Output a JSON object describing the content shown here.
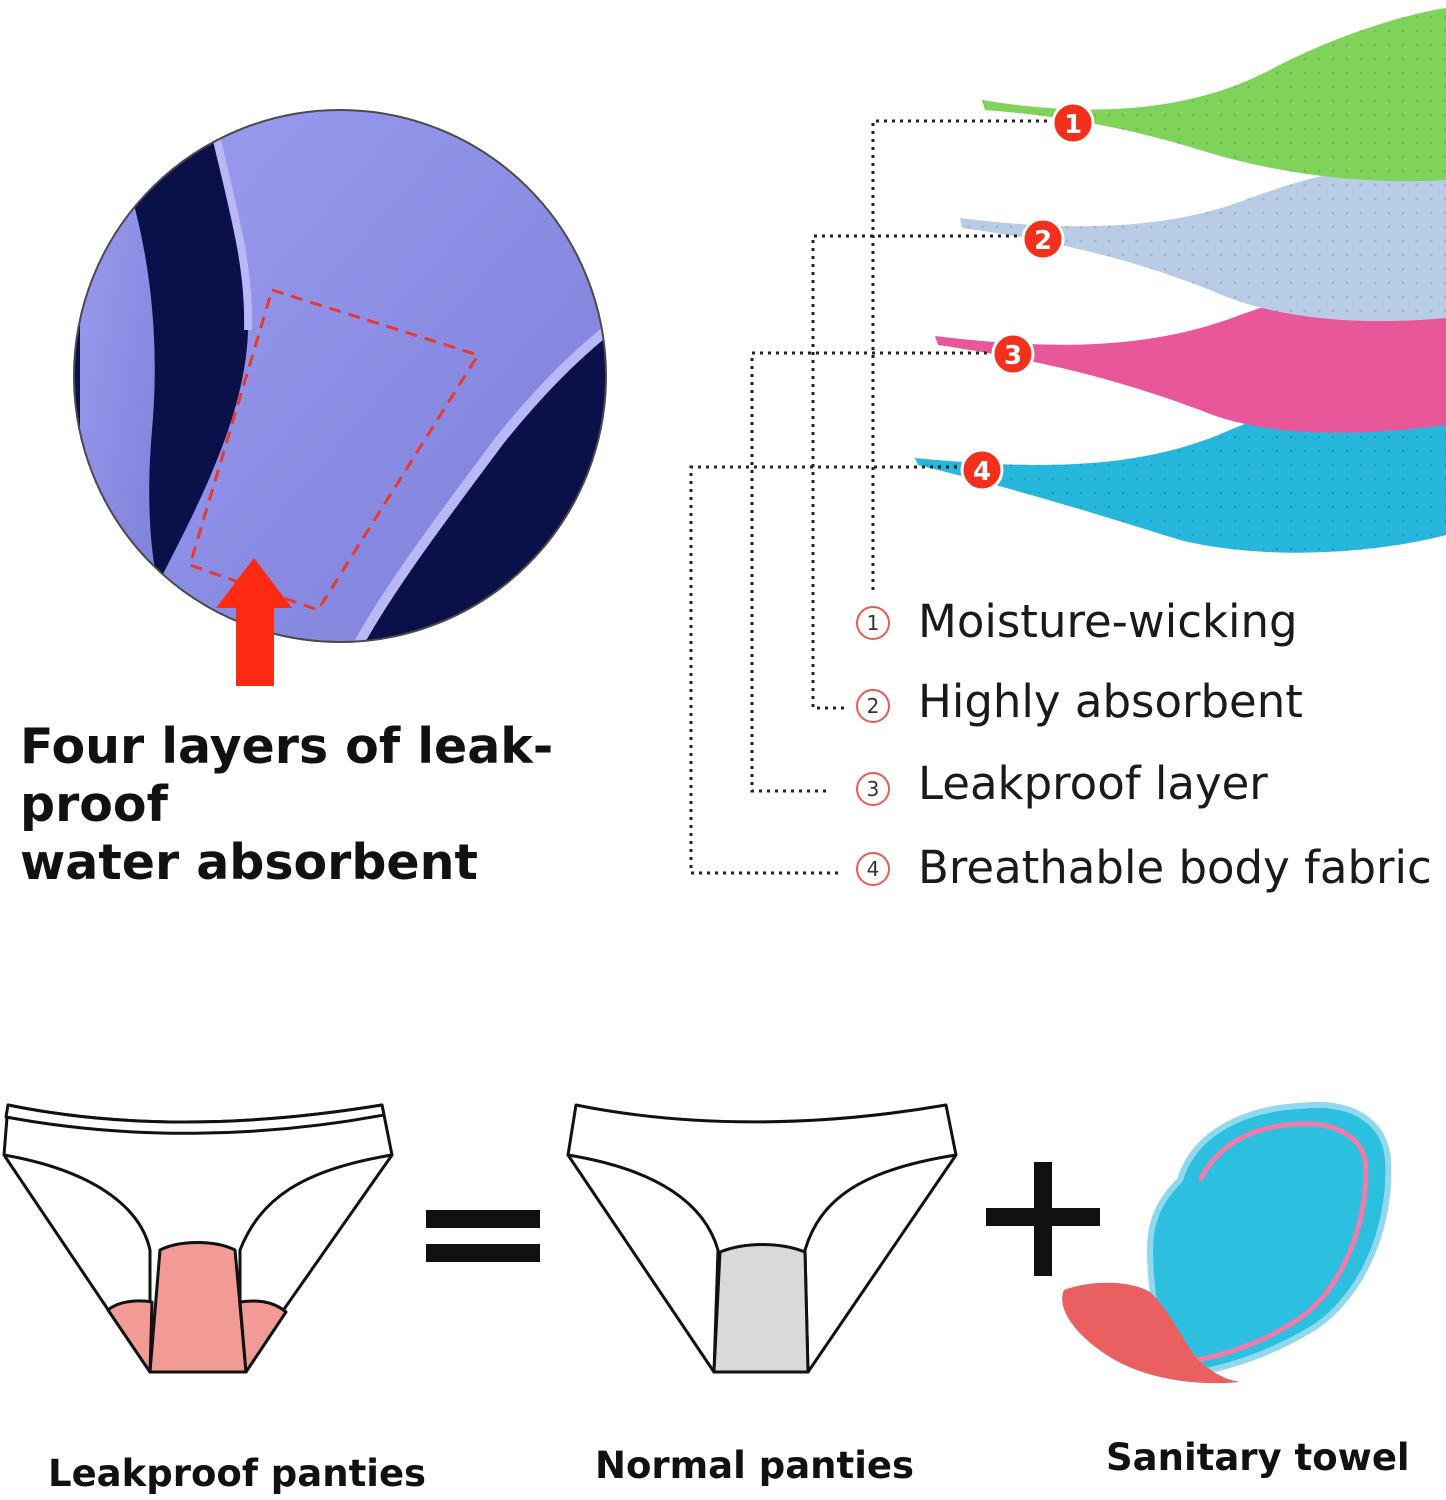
{
  "headline": {
    "line1": "Four layers of leak-proof",
    "line2": "water absorbent"
  },
  "layers": [
    {
      "number": "1",
      "label": "Moisture-wicking",
      "color": "#7fd35a"
    },
    {
      "number": "2",
      "label": "Highly absorbent",
      "color": "#b9cce6"
    },
    {
      "number": "3",
      "label": "Leakproof layer",
      "color": "#e8579a"
    },
    {
      "number": "4",
      "label": "Breathable body fabric",
      "color": "#27b7dc"
    }
  ],
  "comparison": {
    "equals_symbol": "=",
    "plus_symbol": "+",
    "left_caption": "Leakproof panties",
    "middle_caption": "Normal panties",
    "right_caption": "Sanitary towel"
  },
  "colors": {
    "fabric_purple": "#8c8ee6",
    "fabric_dark": "#0b0f4a",
    "arrow_red": "#ff2a12",
    "badge_red": "#f2301c",
    "leakproof_gusset": "#f29a94",
    "normal_gusset": "#d9d9d9",
    "towel_blue": "#2dbfe0",
    "towel_red": "#ea5f5f"
  }
}
